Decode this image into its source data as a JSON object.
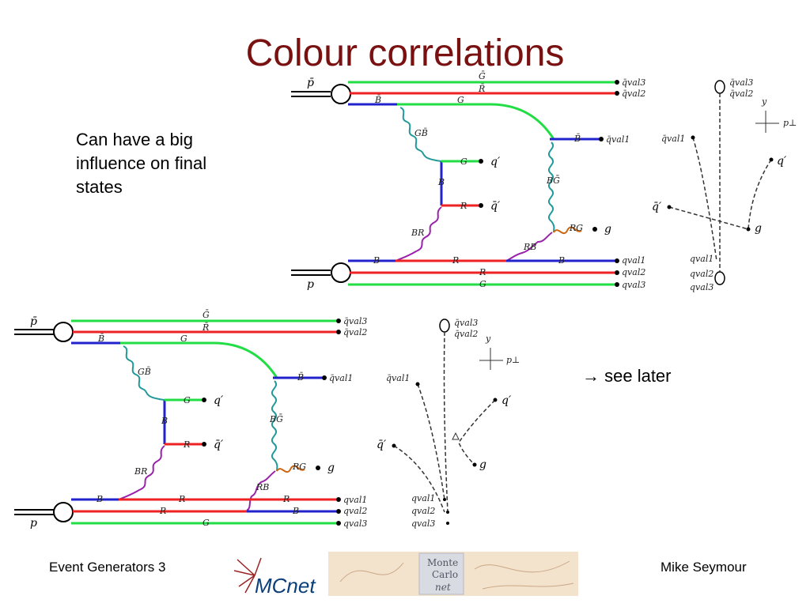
{
  "title": "Colour correlations",
  "body_text": [
    "Can have a big",
    "influence on final",
    "states"
  ],
  "annotation": "→ see later",
  "footer": {
    "left": "Event Generators 3",
    "right": "Mike Seymour",
    "logo_text": "MCnet",
    "logo_banner": [
      "Monte",
      "Carlo",
      "net"
    ]
  },
  "diagram_labels": {
    "pbar": "p̄",
    "p": "p",
    "qbar_val3": "q̄val3",
    "qbar_val2": "q̄val2",
    "qbar_val1": "q̄val1",
    "q_val1": "qval1",
    "q_val2": "qval2",
    "q_val3": "qval3",
    "q_prime": "q′",
    "qbar_prime": "q̄′",
    "g": "g",
    "y": "y",
    "p_perp": "p⊥",
    "colour_Gbar": "Ḡ",
    "colour_Rbar": "R̄",
    "colour_Bbar": "B̄",
    "colour_G": "G",
    "colour_R": "R",
    "colour_B": "B",
    "colour_GBbar": "GB̄",
    "colour_BGbar": "BḠ",
    "colour_BR": "BR",
    "colour_RB": "RB",
    "colour_RG": "RG"
  },
  "colors": {
    "title": "#7a1111",
    "green_line": "#22dd44",
    "red_line": "#ee2222",
    "blue_line": "#2222cc",
    "gluon_teal": "#229999",
    "gluon_purple": "#9922aa",
    "gluon_orange": "#cc6611"
  }
}
